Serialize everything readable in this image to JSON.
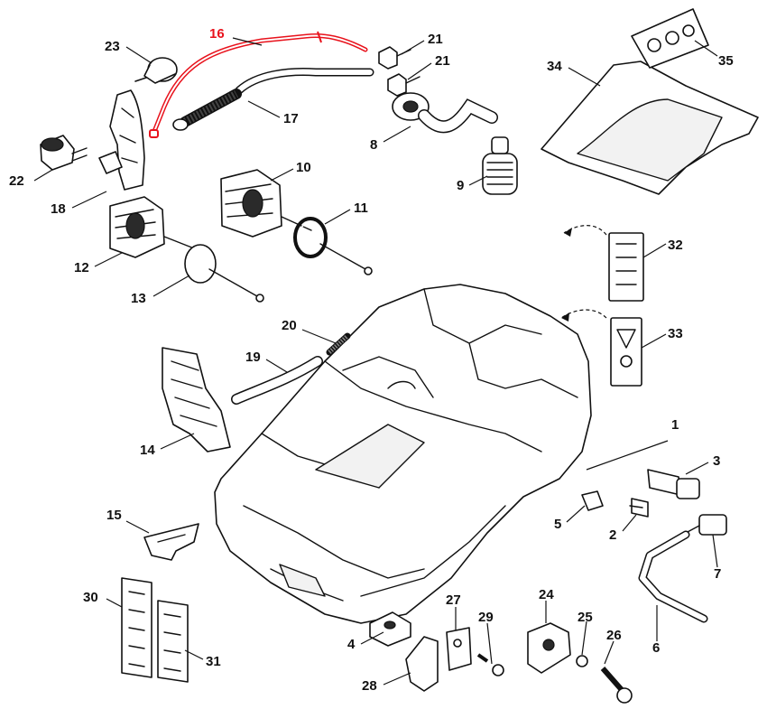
{
  "diagram": {
    "highlight_color": "#e8121c",
    "highlighted_part": "16",
    "callouts": {
      "c1": "1",
      "c2": "2",
      "c3": "3",
      "c4": "4",
      "c5": "5",
      "c6": "6",
      "c7": "7",
      "c8": "8",
      "c9": "9",
      "c10": "10",
      "c11": "11",
      "c12": "12",
      "c13": "13",
      "c14": "14",
      "c15": "15",
      "c16": "16",
      "c17": "17",
      "c18": "18",
      "c19": "19",
      "c20": "20",
      "c21a": "21",
      "c21b": "21",
      "c22": "22",
      "c23": "23",
      "c24": "24",
      "c25": "25",
      "c26": "26",
      "c27": "27",
      "c28": "28",
      "c29": "29",
      "c30": "30",
      "c31": "31",
      "c32": "32",
      "c33": "33",
      "c34": "34",
      "c35": "35"
    }
  }
}
